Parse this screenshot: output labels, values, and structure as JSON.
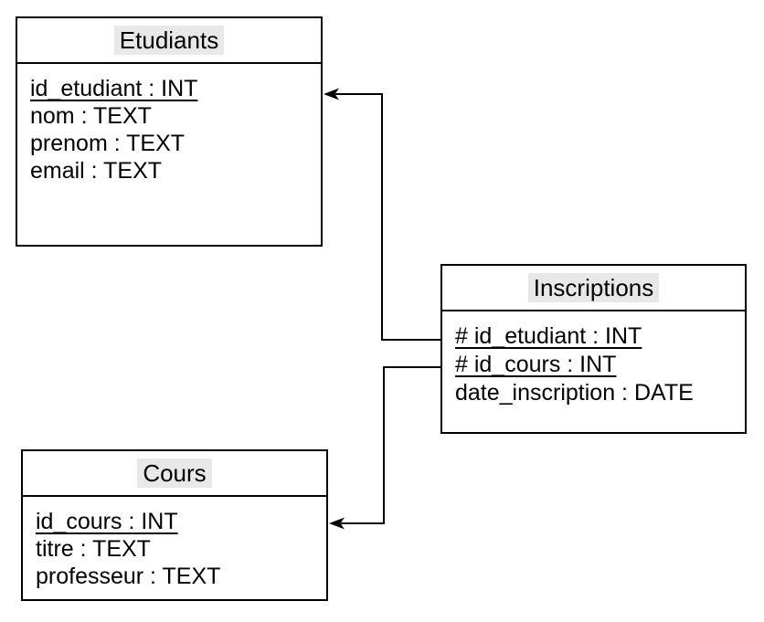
{
  "colors": {
    "background": "#ffffff",
    "stroke": "#000000",
    "text": "#000000",
    "title_highlight": "#e8e8e8"
  },
  "entities": [
    {
      "name": "Etudiants",
      "attributes": [
        {
          "text": "id_etudiant : INT",
          "underlined": true
        },
        {
          "text": "nom : TEXT",
          "underlined": false
        },
        {
          "text": "prenom : TEXT",
          "underlined": false
        },
        {
          "text": "email : TEXT",
          "underlined": false
        }
      ]
    },
    {
      "name": "Inscriptions",
      "attributes": [
        {
          "text": "# id_etudiant : INT",
          "underlined": true
        },
        {
          "text": "# id_cours : INT",
          "underlined": true
        },
        {
          "text": "date_inscription : DATE",
          "underlined": false
        }
      ]
    },
    {
      "name": "Cours",
      "attributes": [
        {
          "text": "id_cours : INT",
          "underlined": true
        },
        {
          "text": "titre : TEXT",
          "underlined": false
        },
        {
          "text": "professeur : TEXT",
          "underlined": false
        }
      ]
    }
  ],
  "relationships": [
    {
      "from": "Inscriptions.id_etudiant",
      "to": "Etudiants.id_etudiant",
      "arrow": "left"
    },
    {
      "from": "Inscriptions.id_cours",
      "to": "Cours.id_cours",
      "arrow": "left"
    }
  ]
}
